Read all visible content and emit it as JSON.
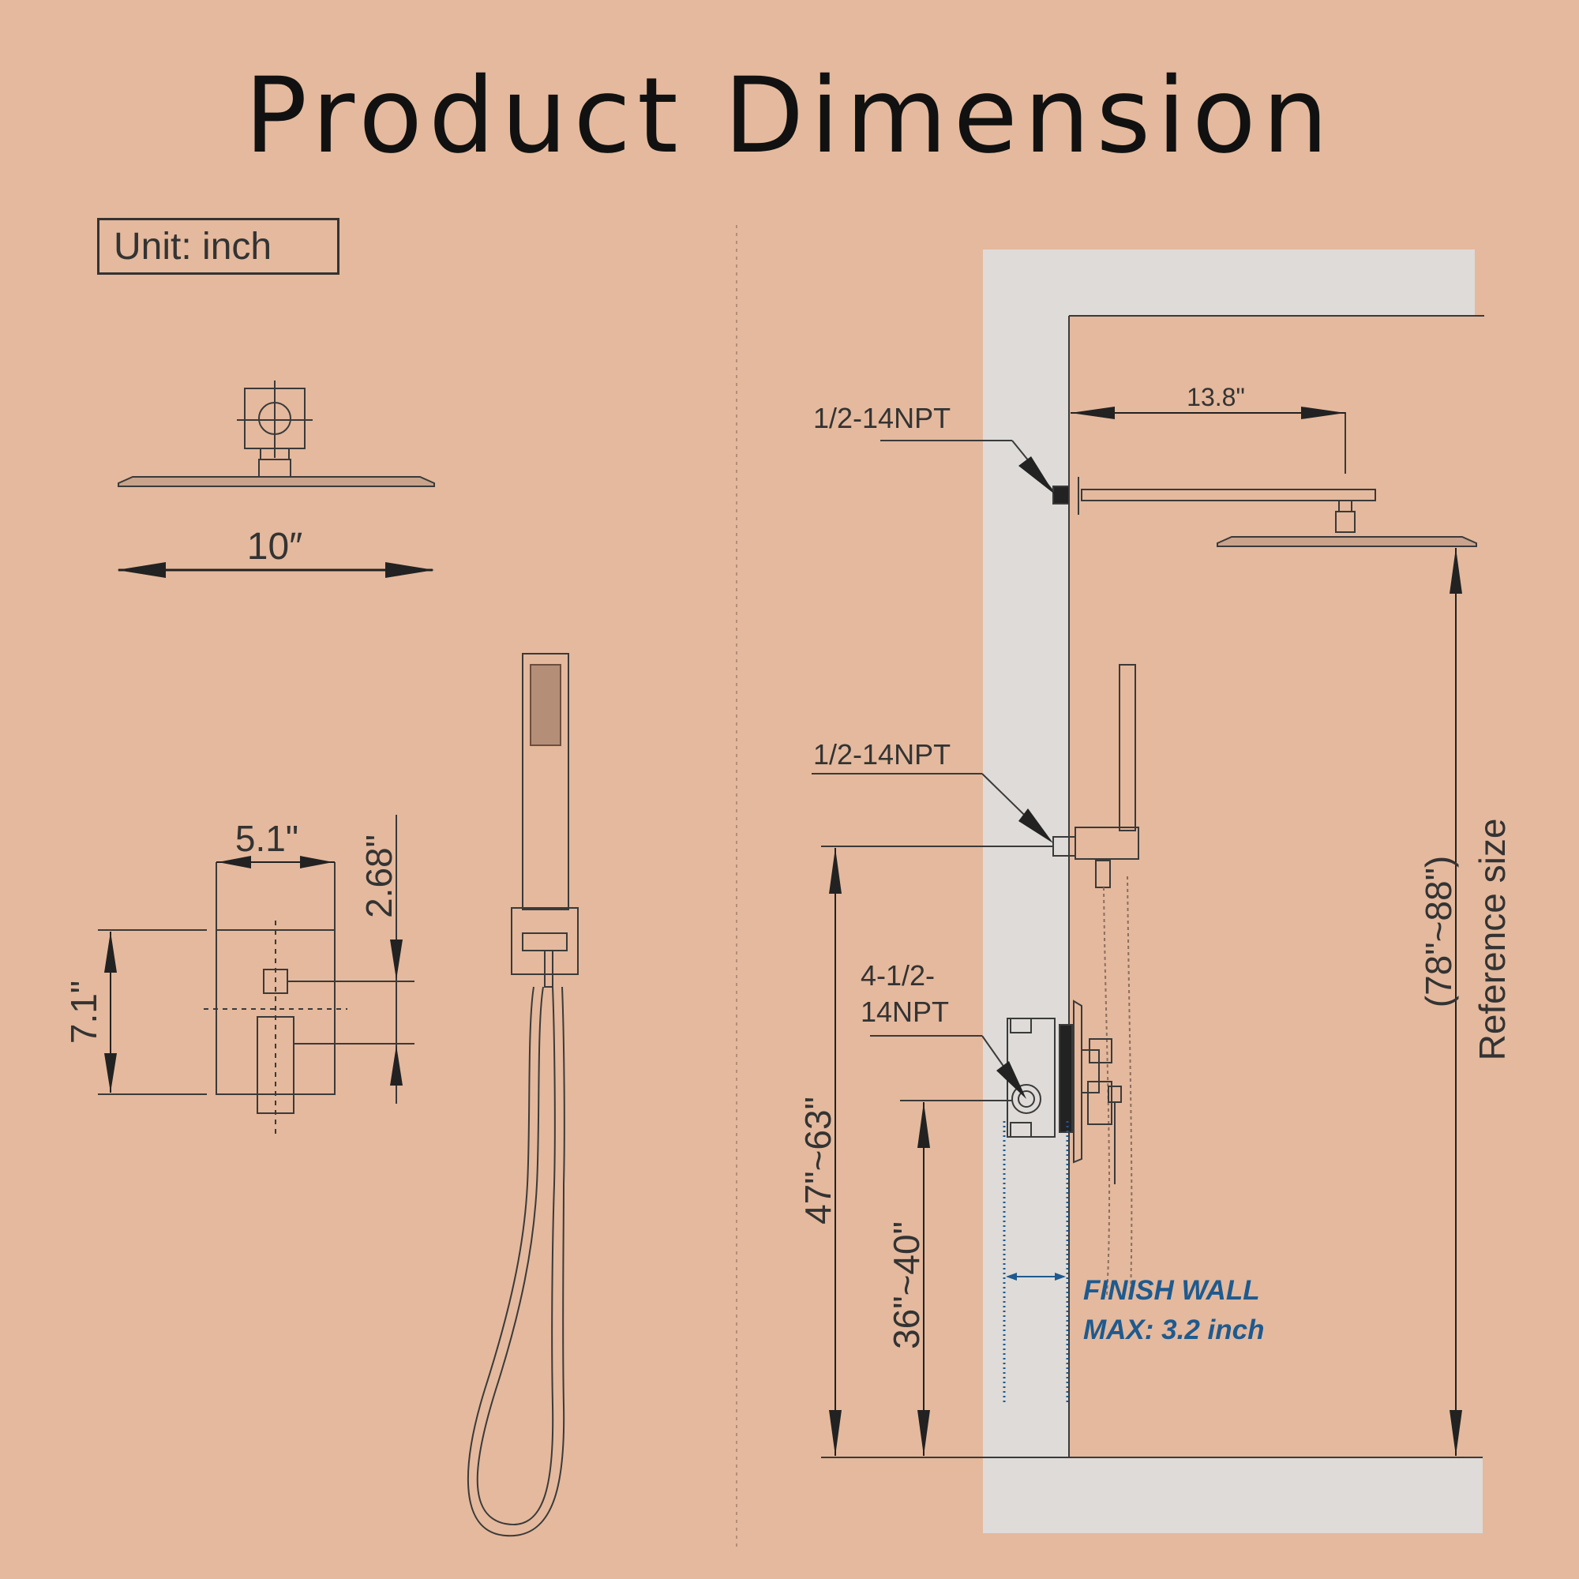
{
  "title": "Product Dimension",
  "unit_label": "Unit:  inch",
  "left": {
    "shower_head_width": "10″",
    "valve_width": "5.1\"",
    "valve_offset": "2.68\"",
    "valve_height": "7.1\""
  },
  "right": {
    "arm_connection": "1/2-14NPT",
    "arm_length": "13.8\"",
    "handheld_connection": "1/2-14NPT",
    "valve_connection_line1": "4-1/2-",
    "valve_connection_line2": "14NPT",
    "handheld_height": "47\"~63\"",
    "valve_height": "36\"~40\"",
    "head_height": "(78\"~88\")",
    "reference_label": "Reference size",
    "finish_wall_line1": "FINISH WALL",
    "finish_wall_line2": "MAX: 3.2 inch"
  },
  "colors": {
    "background": "#e4b99d",
    "wall": "#dedbd8",
    "line": "#3a3a3a",
    "accent_blue": "#1e5a8f"
  }
}
